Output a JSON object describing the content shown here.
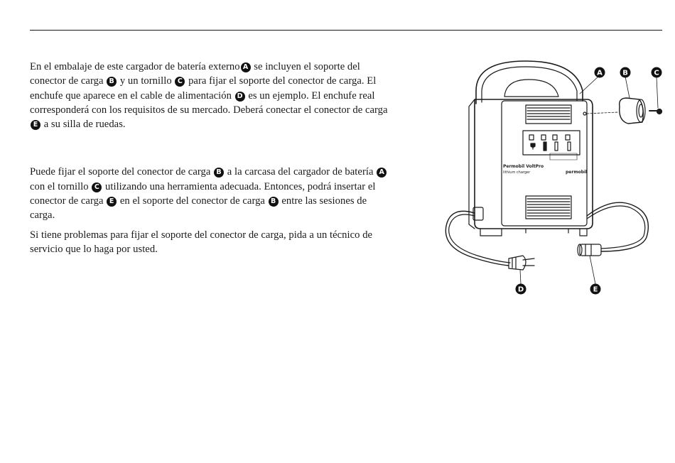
{
  "paragraphs": {
    "p1": {
      "s1": "En el embalaje de este cargador de batería externo",
      "s2": " se incluyen el soporte del conector de carga ",
      "s3": " y un tornillo ",
      "s4": " para fijar el soporte del conector de carga. El enchufe que aparece en el cable de alimentación ",
      "s5": " es un ejemplo. El enchufe real corresponderá con los requisitos de su mercado. Deberá conectar el conector de carga ",
      "s6": " a su silla de ruedas."
    },
    "p2": {
      "s1": "Puede fijar el soporte del conector de carga ",
      "s2": " a la carcasa del cargador de batería ",
      "s3": " con el tornillo ",
      "s4": " utilizando una herramienta adecuada. Entonces, podrá insertar el conector de carga ",
      "s5": " en el soporte del conector de carga ",
      "s6": " entre las sesiones de carga."
    },
    "p3": "Si tiene problemas para fijar el soporte del conector de carga, pida a un técnico de servicio que lo haga por usted."
  },
  "callouts": {
    "a": "A",
    "b": "B",
    "c": "C",
    "d": "D",
    "e": "E"
  },
  "device": {
    "model_label": "Permobil VoltPro",
    "sub_label": "lithium charger",
    "brand": "permobil"
  }
}
